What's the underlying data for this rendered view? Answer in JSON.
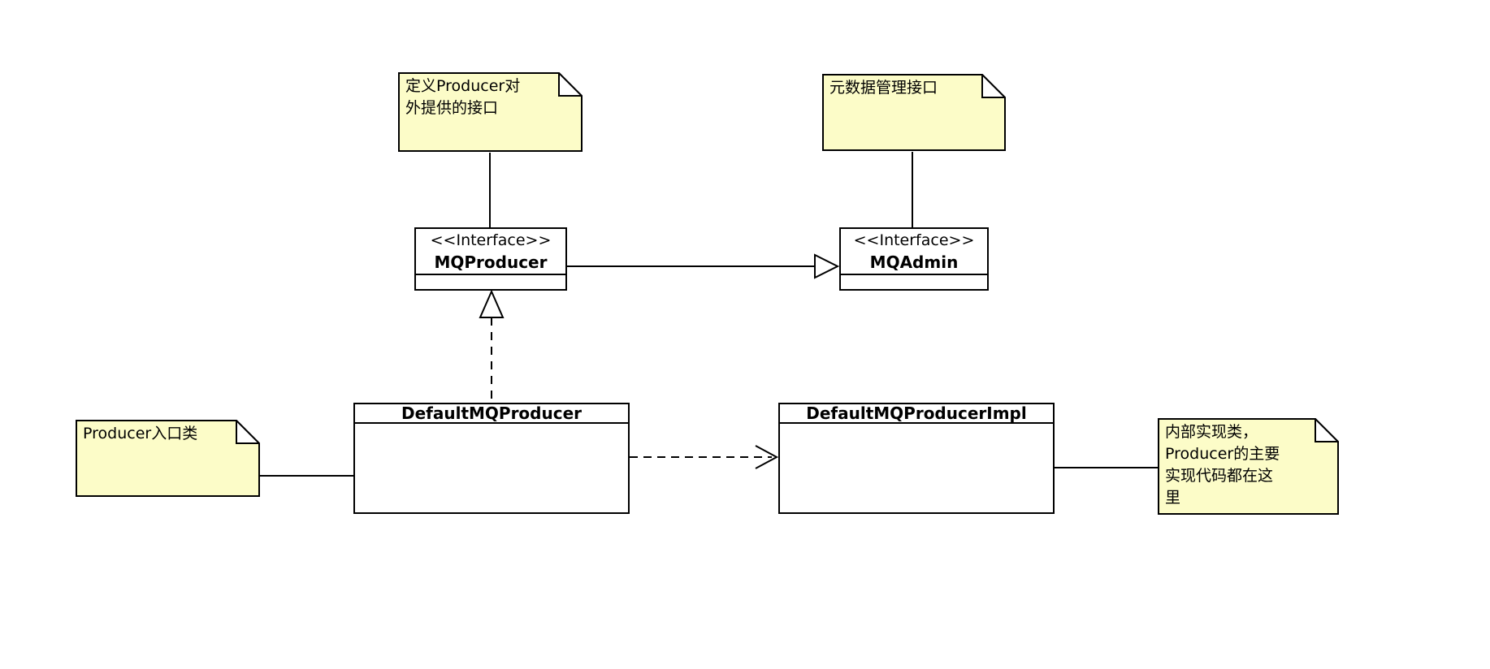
{
  "colors": {
    "note_fill": "#FCFCC8",
    "box_fill": "#FFFFFF",
    "line": "#000000",
    "background": "#FFFFFF"
  },
  "classes": {
    "mqproducer": {
      "stereotype": "<<Interface>>",
      "name": "MQProducer"
    },
    "mqadmin": {
      "stereotype": "<<Interface>>",
      "name": "MQAdmin"
    },
    "default_mq_producer": {
      "name": "DefaultMQProducer"
    },
    "default_mq_producer_impl": {
      "name": "DefaultMQProducerImpl"
    }
  },
  "notes": {
    "producer_api": {
      "text": "定义Producer对\n外提供的接口",
      "attached_to": "MQProducer"
    },
    "metadata": {
      "text": "元数据管理接口",
      "attached_to": "MQAdmin"
    },
    "producer_entry": {
      "text": "Producer入口类",
      "attached_to": "DefaultMQProducer"
    },
    "impl_detail": {
      "text": "内部实现类，\nProducer的主要\n实现代码都在这\n里",
      "attached_to": "DefaultMQProducerImpl"
    }
  },
  "relationships": [
    {
      "from": "MQProducer",
      "to": "MQAdmin",
      "type": "generalization",
      "line": "solid",
      "arrow": "hollow-triangle"
    },
    {
      "from": "DefaultMQProducer",
      "to": "MQProducer",
      "type": "realization",
      "line": "dashed",
      "arrow": "hollow-triangle"
    },
    {
      "from": "DefaultMQProducer",
      "to": "DefaultMQProducerImpl",
      "type": "dependency",
      "line": "dashed",
      "arrow": "open-v"
    }
  ]
}
